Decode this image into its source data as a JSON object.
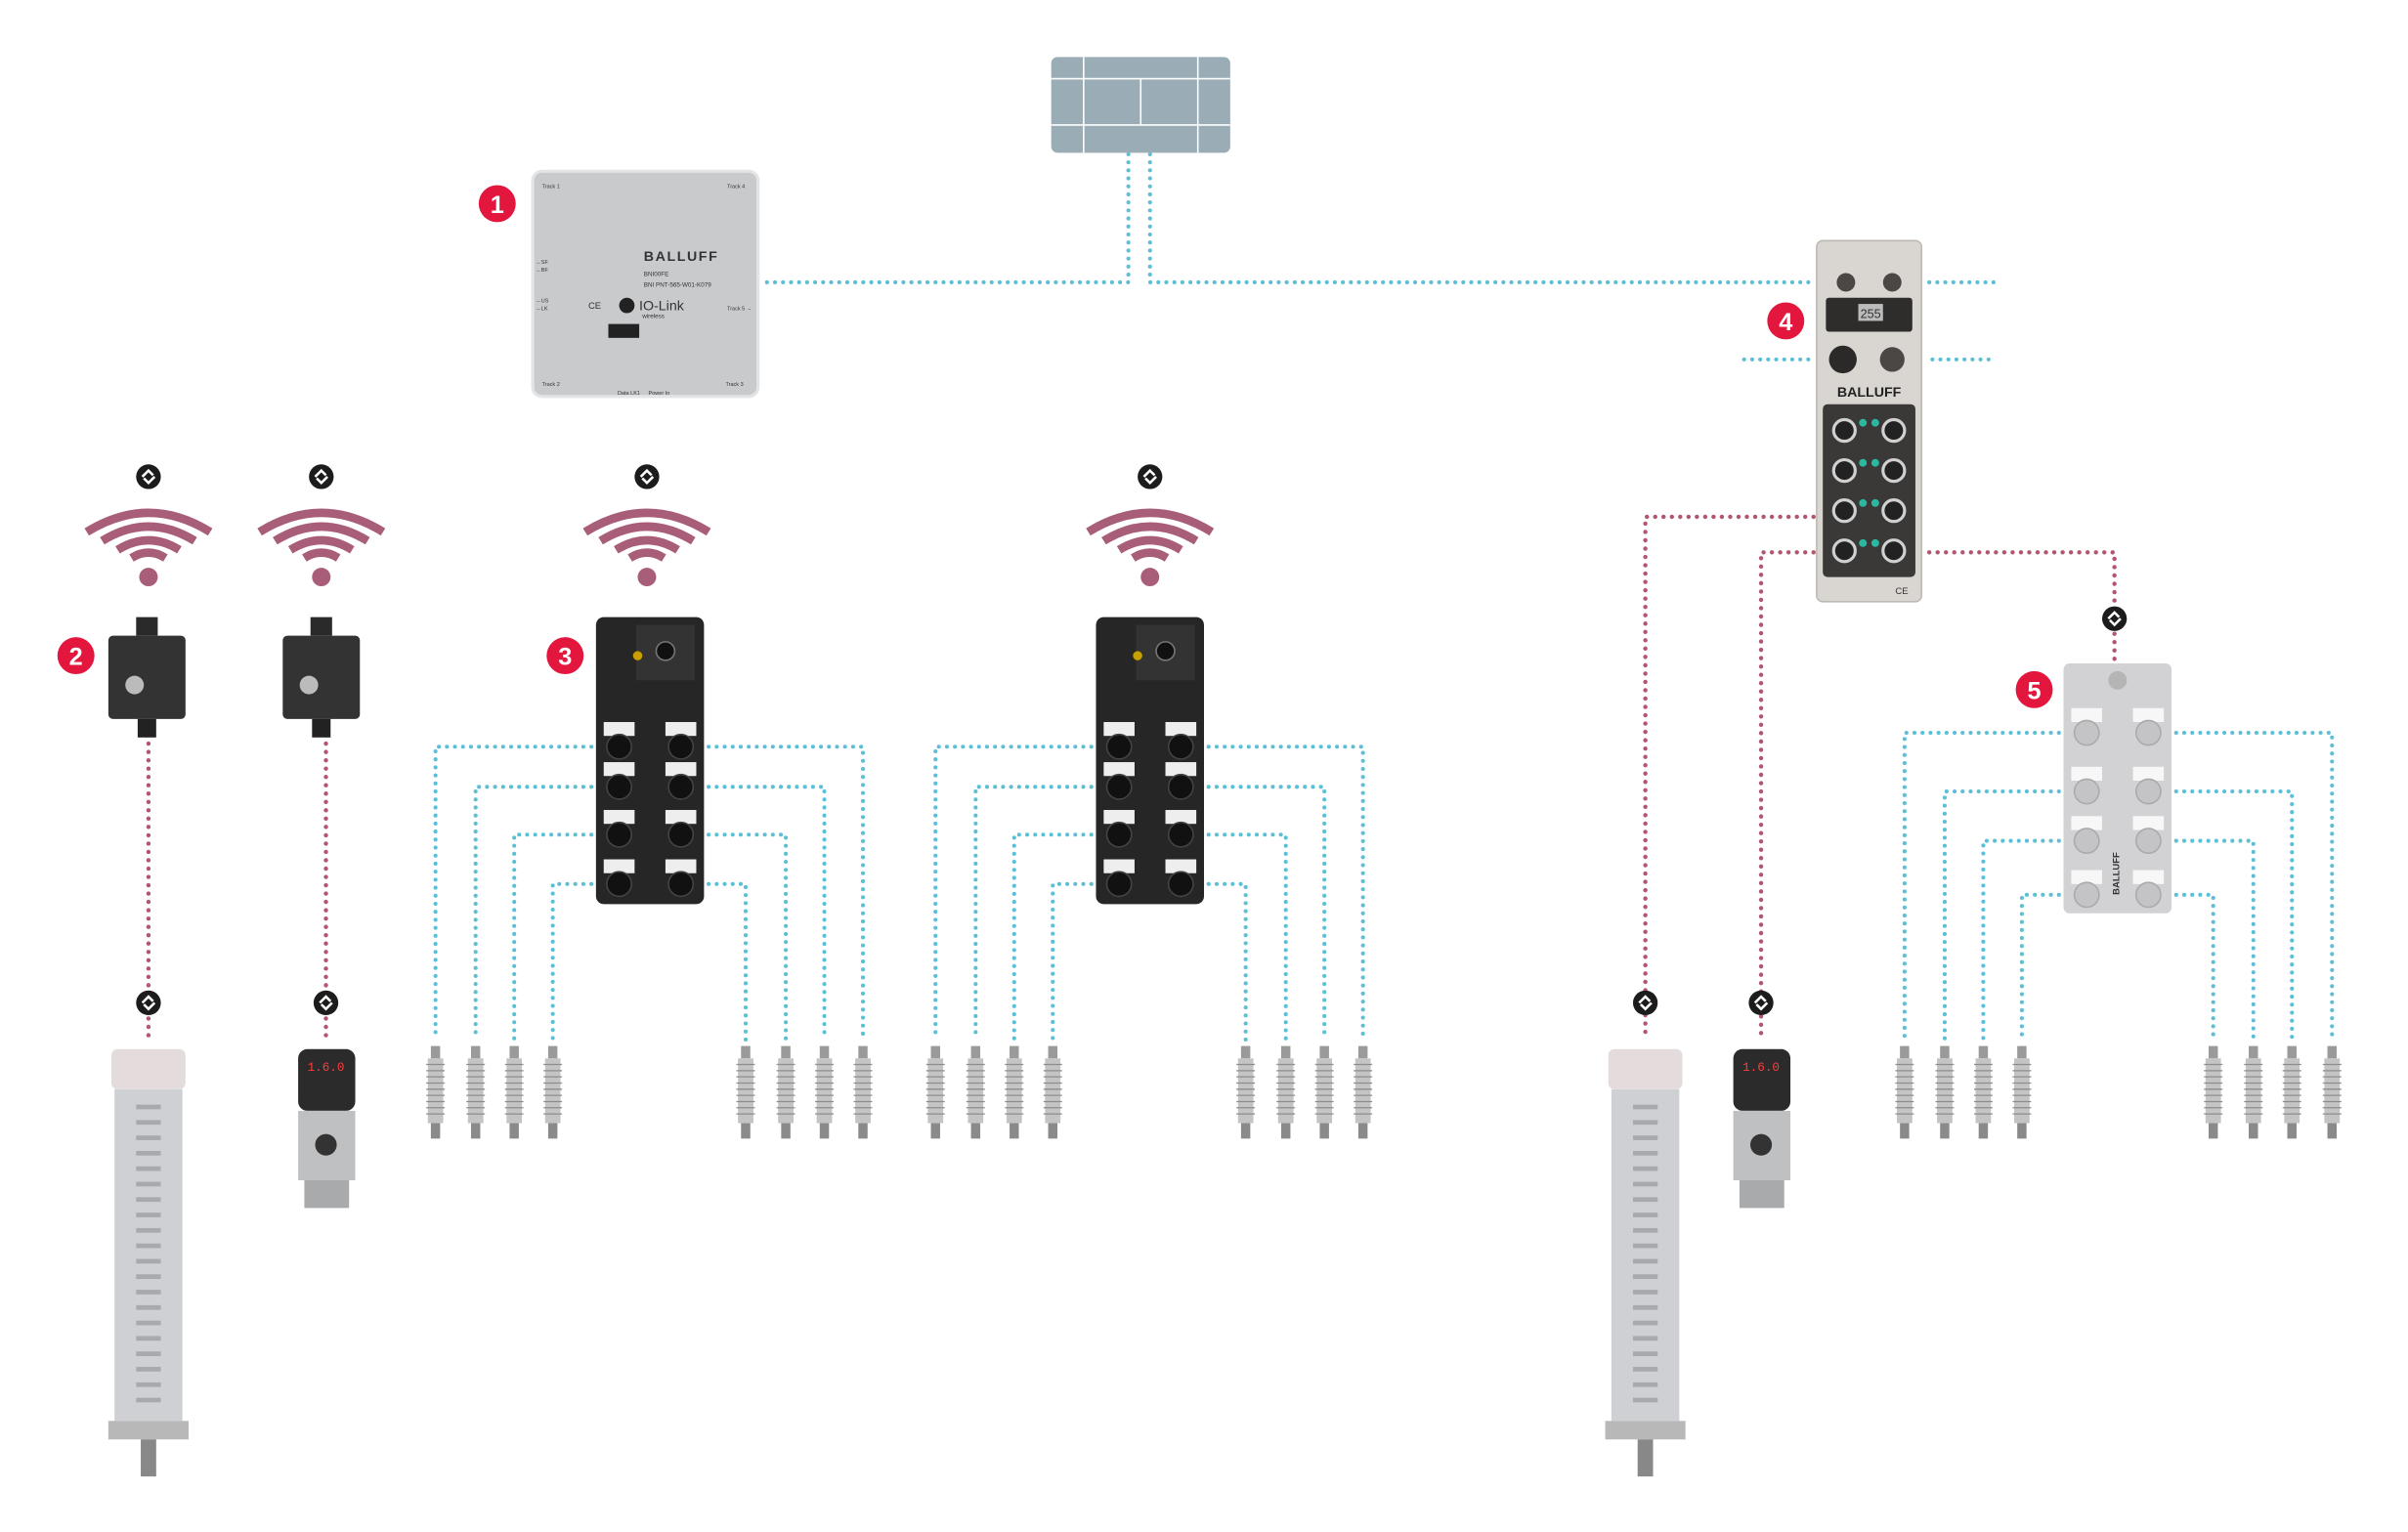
{
  "colors": {
    "ethernet": "#5bbfd6",
    "iolink_wired": "#b2566f",
    "wireless": "#a85d78",
    "badge": "#e3173e",
    "controller": "#9aacb5"
  },
  "badges": [
    "1",
    "2",
    "3",
    "4",
    "5"
  ],
  "master1": {
    "brand": "BALLUFF",
    "model": "BNI00FE",
    "part": "BNI PNT-565-W01-K079",
    "logo_main": "IO-Link",
    "logo_sub": "wireless",
    "tracks": [
      "Track 1",
      "Track 4",
      "Track 2",
      "Track 3",
      "Track 5 →"
    ],
    "leds": [
      "←SF",
      "←BF",
      "←US",
      "←LK"
    ],
    "ports": [
      "Data LK1",
      "Power In"
    ],
    "ce": "CE"
  },
  "master4": {
    "brand": "BALLUFF",
    "display": "255",
    "ce": "CE"
  },
  "pressure_display": "1.6.0",
  "icons": {
    "sync": "io-link-sync-icon",
    "wireless": "wifi-icon"
  }
}
